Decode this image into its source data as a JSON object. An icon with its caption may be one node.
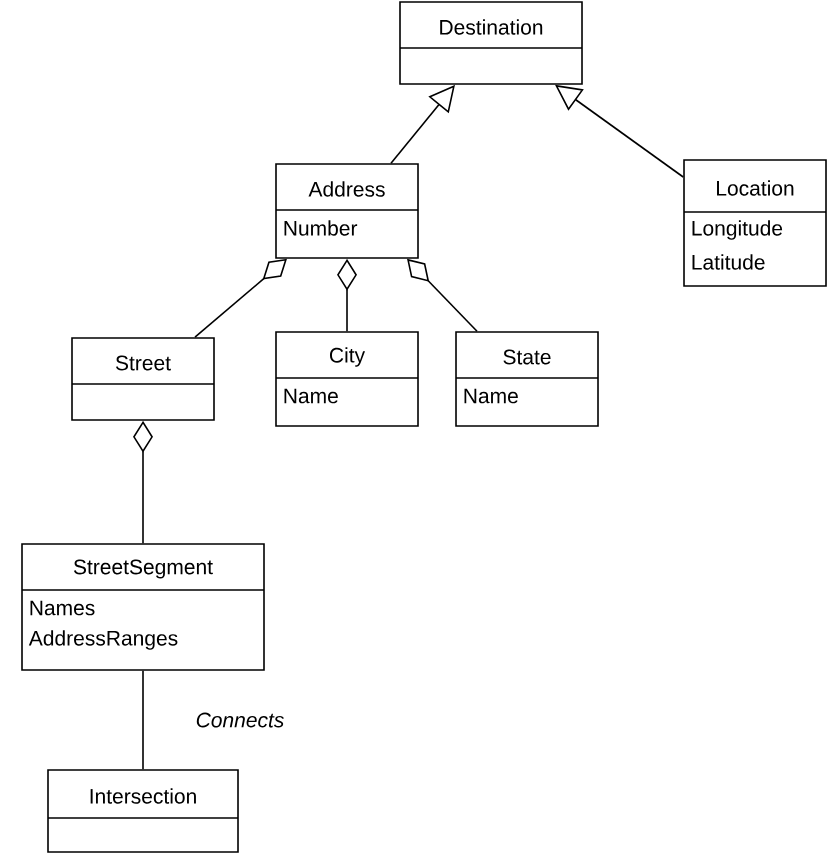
{
  "diagram": {
    "nodes": [
      {
        "text": [
          "Destination"
        ]
      },
      {
        "text": [
          "Address",
          "Number"
        ]
      },
      {
        "text": [
          "Location",
          "Longitude",
          "Latitude"
        ]
      },
      {
        "text": [
          "Street"
        ]
      },
      {
        "text": [
          "City",
          "Name"
        ]
      },
      {
        "text": [
          "State",
          "Name"
        ]
      },
      {
        "text": [
          "StreetSegment",
          "Names",
          "AddressRanges"
        ]
      },
      {
        "text": [
          "Intersection"
        ]
      }
    ],
    "edges": [
      {
        "from": 1,
        "to": 0,
        "arrow": "to"
      },
      {
        "from": 2,
        "to": 0,
        "arrow": "to"
      },
      {
        "from": 3,
        "to": 1,
        "arrow": "other"
      },
      {
        "from": 4,
        "to": 1,
        "arrow": "other"
      },
      {
        "from": 5,
        "to": 1,
        "arrow": "other"
      },
      {
        "from": 6,
        "to": 3,
        "arrow": "other"
      },
      {
        "from": 6,
        "to": 7,
        "arrow": "none",
        "label": "*Connects*"
      }
    ]
  }
}
